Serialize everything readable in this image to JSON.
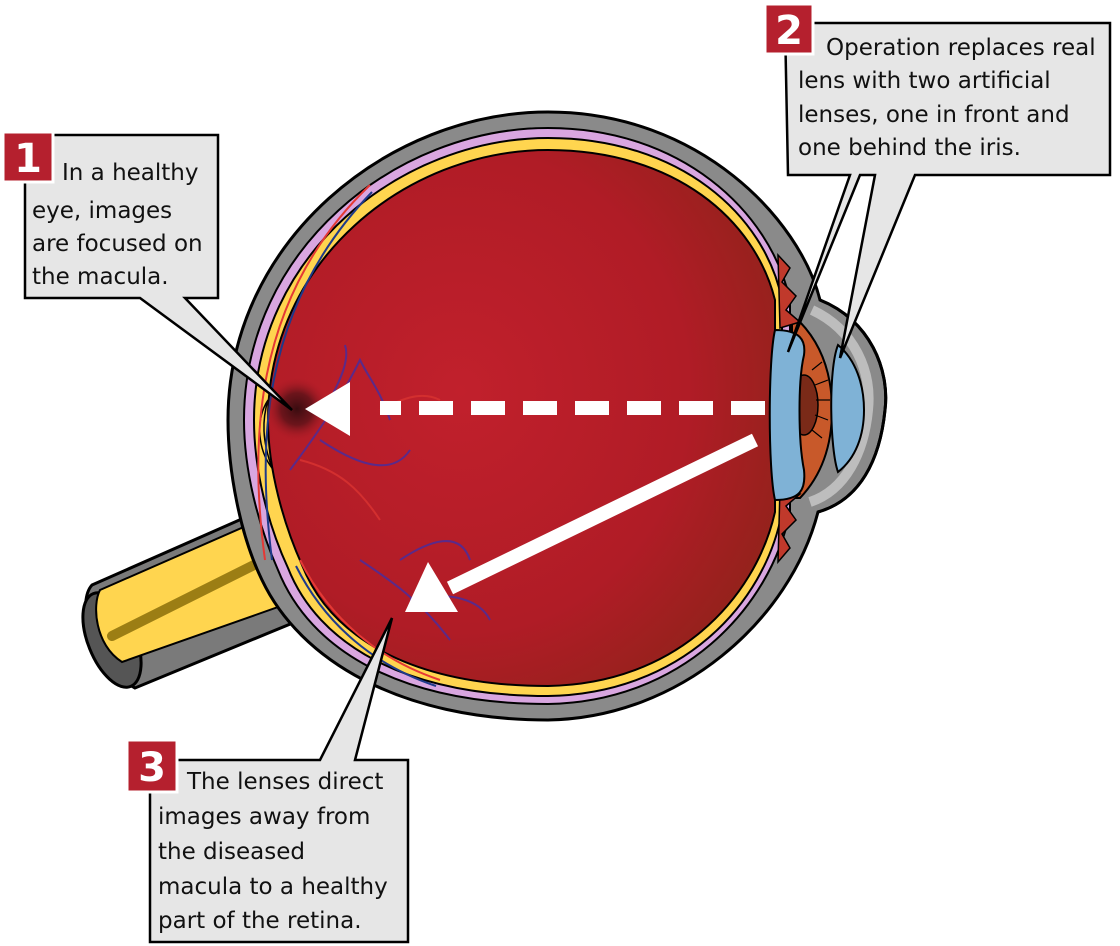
{
  "colors": {
    "badge": "#b5202e",
    "callout_fill": "#e6e6e6",
    "sclera": "#8a8a8a",
    "choroid": "#d9a6e0",
    "retina": "#ffd54f",
    "vitreous": "#b71c26",
    "lens": "#7fb2d6",
    "iris": "#c8592a",
    "arrows": "#ffffff"
  },
  "callouts": [
    {
      "number": "1",
      "lines": [
        "In a healthy",
        "eye, images",
        "are focused on",
        "the macula."
      ]
    },
    {
      "number": "2",
      "lines": [
        "Operation replaces real",
        "lens with two artificial",
        "lenses, one in front and",
        "one behind the iris."
      ]
    },
    {
      "number": "3",
      "lines": [
        "The lenses direct",
        "images away from",
        "the diseased",
        "macula to a healthy",
        "part of the retina."
      ]
    }
  ],
  "icons": {
    "healthy_path_arrow": "dashed-arrow-icon",
    "redirected_path_arrow": "solid-arrow-icon"
  }
}
